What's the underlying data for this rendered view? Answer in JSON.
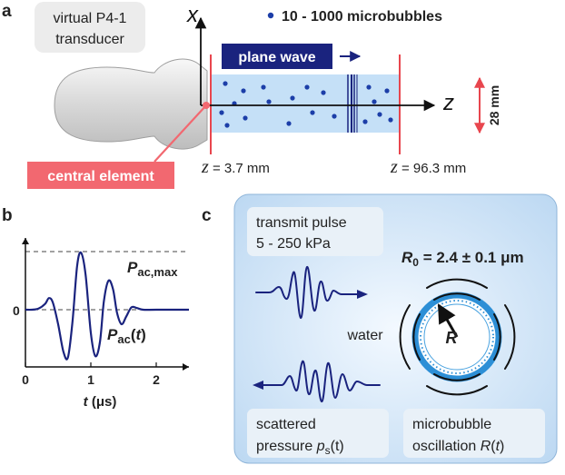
{
  "panel_a": {
    "letter": "a",
    "transducer_label_line1": "virtual P4-1",
    "transducer_label_line2": "transducer",
    "x_axis_symbol": "x",
    "z_axis_symbol": "z",
    "legend_text": "10 - 1000 microbubbles",
    "plane_wave_label": "plane wave",
    "width_label": "28 mm",
    "central_element_label": "central element",
    "z_start_symbol": "z",
    "z_start_text": " = 3.7 mm",
    "z_end_symbol": "z",
    "z_end_text": " = 96.3 mm",
    "colors": {
      "domain_fill": "#c5e0f7",
      "microbubble": "#1c3ea8",
      "plane_wave_box": "#1a237e",
      "central_element": "#f26870",
      "boundary_line": "#e8464e",
      "transducer_label_bg": "#ececec"
    }
  },
  "panel_b": {
    "letter": "b",
    "ytick_zero": "0",
    "xticks": [
      "0",
      "1",
      "2"
    ],
    "xlabel_symbol": "t",
    "xlabel_unit": " (μs)",
    "pmax_main": "P",
    "pmax_sub": "ac,max",
    "pac_main": "P",
    "pac_sub": "ac",
    "pac_arg_open": "(",
    "pac_arg": "t",
    "pac_arg_close": ")",
    "chart_data": {
      "type": "line",
      "xlabel": "t (μs)",
      "xlim": [
        0,
        2.5
      ],
      "ylim": [
        -1.25,
        1.25
      ],
      "x": [
        0,
        0.1,
        0.2,
        0.3,
        0.36,
        0.42,
        0.5,
        0.58,
        0.65,
        0.72,
        0.79,
        0.85,
        0.92,
        1.0,
        1.07,
        1.14,
        1.2,
        1.27,
        1.34,
        1.4,
        1.47,
        1.54,
        1.62,
        1.7,
        1.8,
        2.0,
        2.5
      ],
      "series": [
        {
          "values": [
            0,
            0,
            0.02,
            0.1,
            0.2,
            0.12,
            -0.25,
            -0.72,
            -0.82,
            -0.2,
            0.75,
            0.98,
            0.6,
            -0.4,
            -0.8,
            -0.55,
            0.15,
            0.5,
            0.35,
            -0.05,
            -0.25,
            -0.12,
            0.04,
            0.03,
            0,
            0,
            0
          ]
        }
      ],
      "hlines": [
        1,
        0
      ],
      "color": "#1a237e"
    }
  },
  "panel_c": {
    "letter": "c",
    "transmit_line1": "transmit pulse",
    "transmit_line2": "5 - 250 kPa",
    "r0_symbol": "R",
    "r0_sub": "0",
    "r0_value": " = 2.4 ± 0.1 μm",
    "radius_symbol": "R",
    "water_label": "water",
    "scattered_line1": "scattered",
    "scattered_line2_text": "pressure ",
    "scattered_p": "p",
    "scattered_sub": "s",
    "scattered_arg": "(t)",
    "oscillation_line1": "microbubble",
    "oscillation_line2_text": "oscillation ",
    "oscillation_R": "R",
    "oscillation_arg_open": "(",
    "oscillation_arg": "t",
    "oscillation_arg_close": ")",
    "colors": {
      "box_fill": "#cfe4f7",
      "label_bg": "#e9f1f8",
      "waveform": "#1a237e",
      "bubble_shell": "#2d8fd6"
    }
  }
}
